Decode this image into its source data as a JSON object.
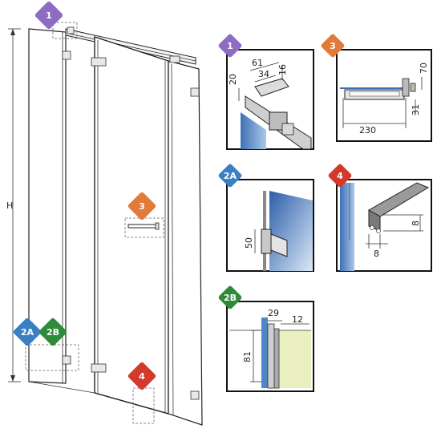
{
  "overall_height_label": "H",
  "badge_colors": {
    "purple": "#8e6cc4",
    "orange": "#e27a3a",
    "blue": "#3a7fc4",
    "green": "#2e8b3a",
    "red": "#d43a2c"
  },
  "markers": {
    "top": "1",
    "handle": "3",
    "bottom_left_a": "2A",
    "bottom_left_b": "2B",
    "bottom_door": "4"
  },
  "details": {
    "d1": {
      "badge": "1",
      "dims": {
        "a": "61",
        "b": "34",
        "c": "16",
        "d": "20"
      }
    },
    "d3": {
      "badge": "3",
      "dims": {
        "width": "230",
        "height": "70",
        "offset": "31"
      }
    },
    "d2a": {
      "badge": "2A",
      "dims": {
        "height": "50"
      }
    },
    "d4": {
      "badge": "4",
      "dims": {
        "height": "8",
        "width": "8"
      }
    },
    "d2b": {
      "badge": "2B",
      "dims": {
        "a": "29",
        "b": "12",
        "height": "81"
      }
    }
  }
}
